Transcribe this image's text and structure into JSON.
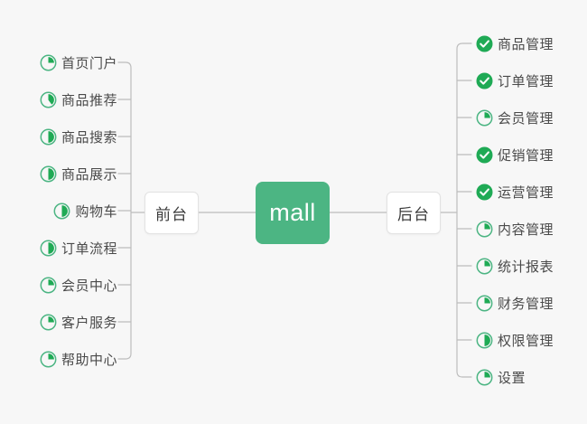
{
  "diagram": {
    "title": "mall",
    "background_color": "#f7f7f7",
    "root": {
      "label": "mall",
      "fill_color": "#4cb583",
      "text_color": "#ffffff"
    },
    "branches": [
      {
        "id": "front",
        "label": "前台",
        "side": "left",
        "items": [
          {
            "label": "首页门户",
            "icon": "pie-progress-icon",
            "progress": 25
          },
          {
            "label": "商品推荐",
            "icon": "pie-progress-icon",
            "progress": 40
          },
          {
            "label": "商品搜索",
            "icon": "pie-progress-icon",
            "progress": 50
          },
          {
            "label": "商品展示",
            "icon": "pie-progress-icon",
            "progress": 50
          },
          {
            "label": "购物车",
            "icon": "pie-progress-icon",
            "progress": 50
          },
          {
            "label": "订单流程",
            "icon": "pie-progress-icon",
            "progress": 50
          },
          {
            "label": "会员中心",
            "icon": "pie-progress-icon",
            "progress": 25
          },
          {
            "label": "客户服务",
            "icon": "pie-progress-icon",
            "progress": 25
          },
          {
            "label": "帮助中心",
            "icon": "pie-progress-icon",
            "progress": 25
          }
        ]
      },
      {
        "id": "back",
        "label": "后台",
        "side": "right",
        "items": [
          {
            "label": "商品管理",
            "icon": "check-circle-icon",
            "progress": 100
          },
          {
            "label": "订单管理",
            "icon": "check-circle-icon",
            "progress": 100
          },
          {
            "label": "会员管理",
            "icon": "pie-progress-icon",
            "progress": 25
          },
          {
            "label": "促销管理",
            "icon": "check-circle-icon",
            "progress": 100
          },
          {
            "label": "运营管理",
            "icon": "check-circle-icon",
            "progress": 100
          },
          {
            "label": "内容管理",
            "icon": "pie-progress-icon",
            "progress": 25
          },
          {
            "label": "统计报表",
            "icon": "pie-progress-icon",
            "progress": 25
          },
          {
            "label": "财务管理",
            "icon": "pie-progress-icon",
            "progress": 25
          },
          {
            "label": "权限管理",
            "icon": "pie-progress-icon",
            "progress": 50
          },
          {
            "label": "设置",
            "icon": "pie-progress-icon",
            "progress": 25
          }
        ]
      }
    ],
    "colors": {
      "progress_ring": "#4cb583",
      "progress_fill": "#1faa55",
      "check_circle": "#1faa55",
      "check_mark": "#ffffff",
      "connector": "#bdbdbd",
      "node_border": "#e2e2e2",
      "node_text": "#3c3c3c",
      "leaf_text": "#4a4a4a"
    }
  }
}
